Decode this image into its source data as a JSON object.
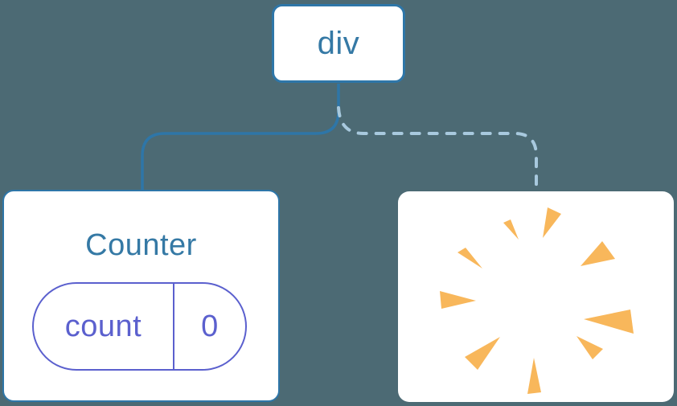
{
  "colors": {
    "background": "#4C6A74",
    "card": "#FFFFFF",
    "tree_line": "#2E76A8",
    "tree_line_removed": "#A8C9DE",
    "node_text": "#3579A5",
    "state_accent": "#5B60CE",
    "poof": "#F8B75B"
  },
  "tree": {
    "root": {
      "label": "div"
    },
    "children": [
      {
        "title": "Counter",
        "connector": "solid",
        "state": {
          "key": "count",
          "value": "0"
        }
      },
      {
        "connector": "dashed",
        "icon": "poof-starburst-icon"
      }
    ]
  },
  "poof_icon": {
    "wedges": [
      "186,20 203,28 180,58",
      "131,39 140,35 150,60",
      "227,93 254,62 270,84",
      "74,76 84,70 105,96",
      "97,136 52,124 54,146",
      "231,159 289,147 293,177",
      "222,180 255,196 242,209",
      "127,181 99,222 83,206",
      "169,207 161,252 178,250"
    ]
  }
}
